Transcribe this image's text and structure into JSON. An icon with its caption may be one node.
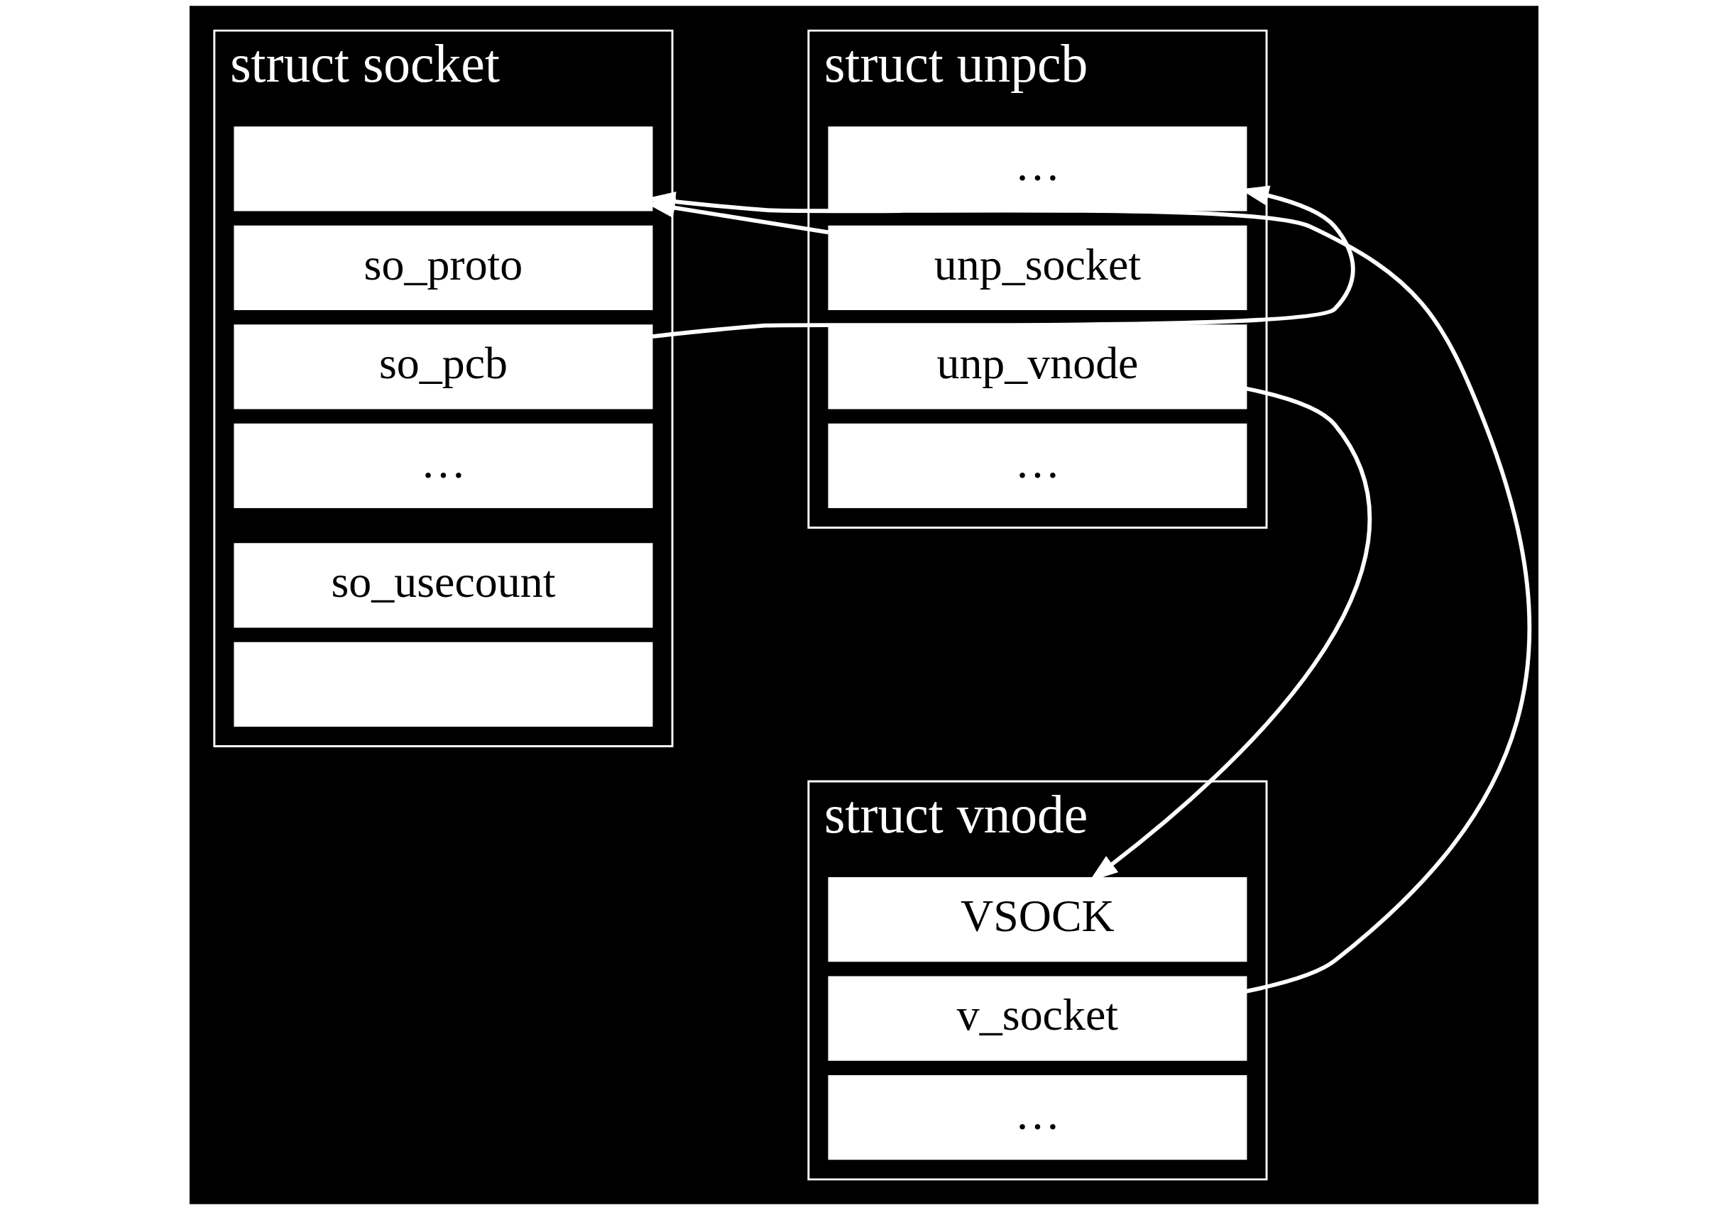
{
  "diagram": {
    "nodes": [
      {
        "text": [
          "struct socket"
        ]
      },
      {
        "text": [],
        "shape": "box",
        "in": 0
      },
      {
        "text": [
          "so_proto"
        ],
        "in": 0
      },
      {
        "text": [
          "so_pcb"
        ],
        "in": 0
      },
      {
        "text": [
          "…"
        ],
        "in": 0
      },
      {
        "text": [
          "so_usecount"
        ],
        "in": 0
      },
      {
        "text": [],
        "shape": "box",
        "in": 0
      },
      {
        "text": [
          "struct unpcb"
        ]
      },
      {
        "text": [
          "…"
        ],
        "in": 7
      },
      {
        "text": [
          "unp_socket"
        ],
        "in": 7
      },
      {
        "text": [
          "unp_vnode"
        ],
        "in": 7
      },
      {
        "text": [
          "…"
        ],
        "in": 7
      },
      {
        "text": [
          "struct vnode"
        ]
      },
      {
        "text": [
          "VSOCK"
        ],
        "in": 12
      },
      {
        "text": [
          "v_socket"
        ],
        "in": 12
      },
      {
        "text": [
          "…"
        ],
        "in": 12
      }
    ],
    "edges": [
      {
        "from": 3,
        "to": 8,
        "arrow": "to"
      },
      {
        "from": 9,
        "to": 1,
        "arrow": "to"
      },
      {
        "from": 10,
        "to": 13,
        "arrow": "to"
      },
      {
        "from": 14,
        "to": 1,
        "arrow": "to"
      }
    ]
  }
}
